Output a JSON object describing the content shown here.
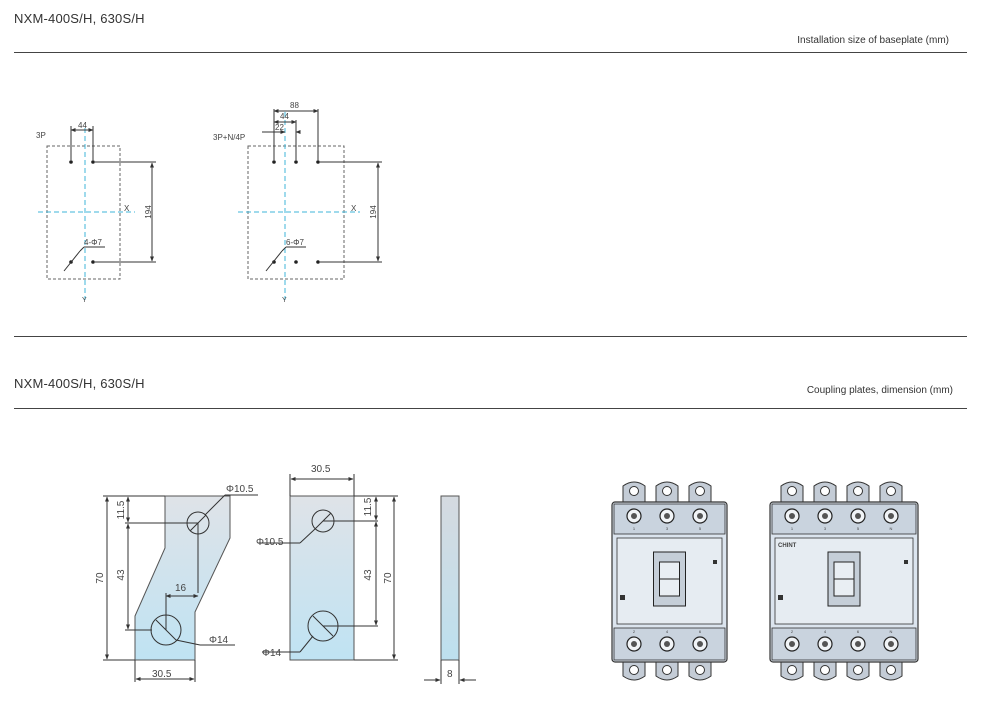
{
  "sections": [
    {
      "title": "NXM-400S/H, 630S/H",
      "subtitle": "Installation size of baseplate (mm)"
    },
    {
      "title": "NXM-400S/H, 630S/H",
      "subtitle": "Coupling plates, dimension (mm)"
    }
  ],
  "baseplate_3p": {
    "label": "3P",
    "dim_spacing": "44",
    "dim_height": "194",
    "holes": "4-Φ7",
    "axis_x": "X",
    "axis_y": "Y"
  },
  "baseplate_4p": {
    "label": "3P+N/4P",
    "dim_total": "88",
    "dim_mid": "44",
    "dim_small": "22",
    "dim_height": "194",
    "holes": "6-Φ7",
    "axis_x": "X",
    "axis_y": "Y"
  },
  "plate_offset": {
    "dim_small_hole": "Φ10.5",
    "dim_top": "11.5",
    "dim_mid": "43",
    "dim_total": "70",
    "dim_offset": "16",
    "dim_big_hole": "Φ14",
    "dim_width": "30.5"
  },
  "plate_straight": {
    "dim_width": "30.5",
    "dim_small_hole": "Φ10.5",
    "dim_top": "11.5",
    "dim_mid": "43",
    "dim_total": "70",
    "dim_big_hole": "Φ14"
  },
  "plate_side": {
    "dim_thickness": "8"
  },
  "breakers": [
    {
      "poles": 3,
      "terminals_top": [
        "1",
        "3",
        "5"
      ],
      "terminals_bottom": [
        "2",
        "4",
        "6"
      ]
    },
    {
      "poles": 4,
      "brand": "CHINT",
      "terminals_top": [
        "1",
        "3",
        "5",
        "N"
      ],
      "terminals_bottom": [
        "2",
        "4",
        "6",
        "N"
      ]
    }
  ]
}
